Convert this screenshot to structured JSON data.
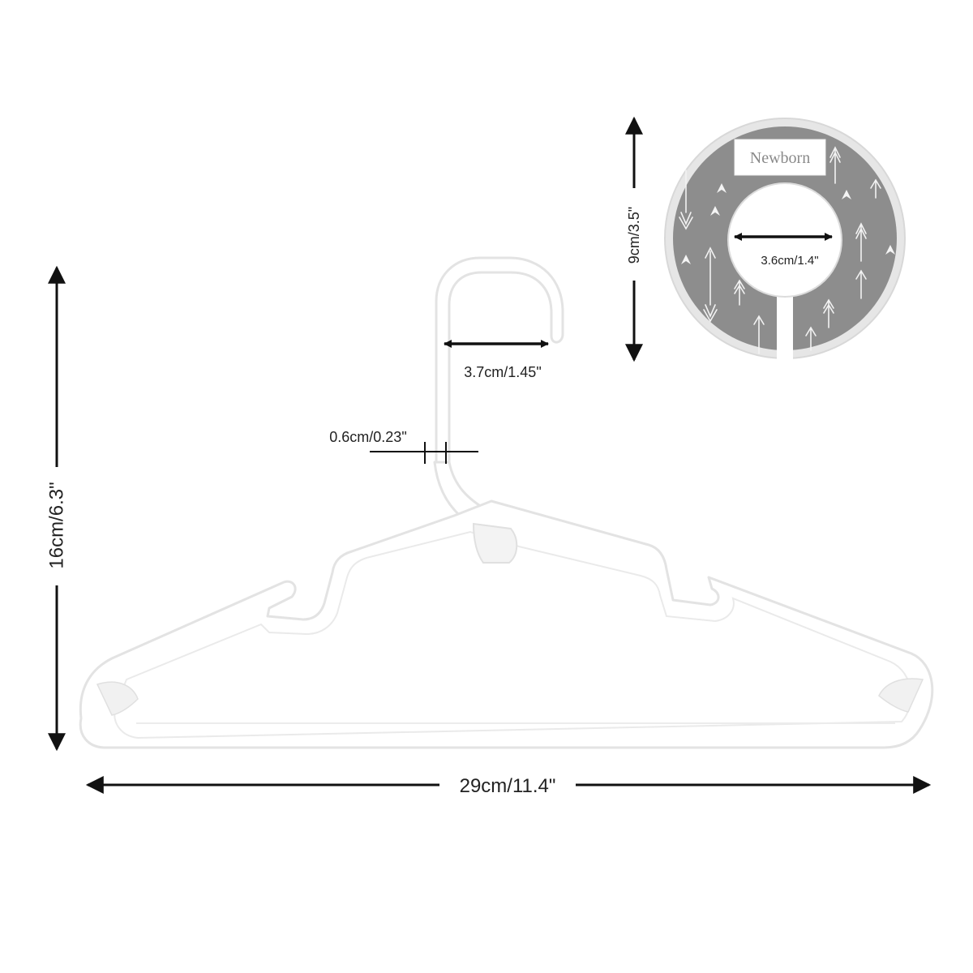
{
  "dimensions": {
    "hanger_height": "16cm/6.3\"",
    "hanger_width": "29cm/11.4\"",
    "hook_opening": "3.7cm/1.45\"",
    "wire_thickness": "0.6cm/0.23\"",
    "divider_height": "9cm/3.5\"",
    "divider_hole": "3.6cm/1.4\""
  },
  "divider": {
    "label": "Newborn"
  },
  "colors": {
    "arrow": "#111111",
    "hanger_fill": "#ffffff",
    "hanger_outline": "#e3e3e3",
    "divider_gray": "#8d8d8d",
    "divider_rim": "#e6e6e6"
  }
}
